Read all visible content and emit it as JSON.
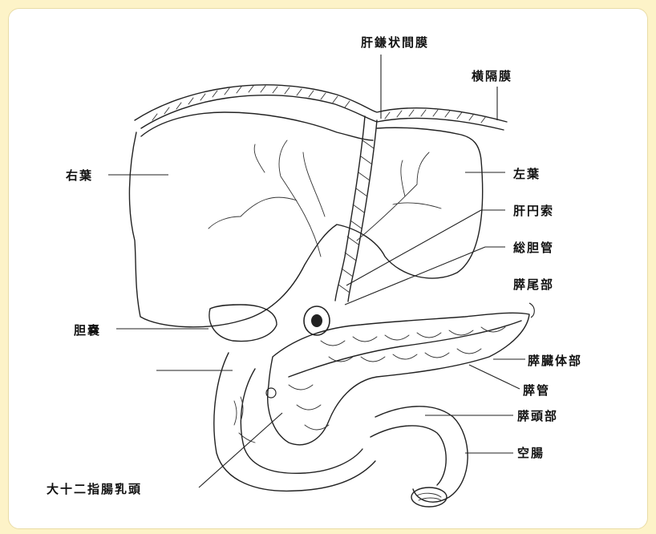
{
  "labels": {
    "falciform_ligament": "肝鎌状間膜",
    "diaphragm": "横隔膜",
    "right_lobe": "右葉",
    "left_lobe": "左葉",
    "round_ligament": "肝円索",
    "common_bile_duct": "総胆管",
    "pancreas_tail": "膵尾部",
    "gallbladder": "胆嚢",
    "pancreas_body": "膵臓体部",
    "pancreatic_duct": "膵管",
    "pancreas_head": "膵頭部",
    "jejunum": "空腸",
    "major_duodenal_papilla": "大十二指腸乳頭"
  }
}
